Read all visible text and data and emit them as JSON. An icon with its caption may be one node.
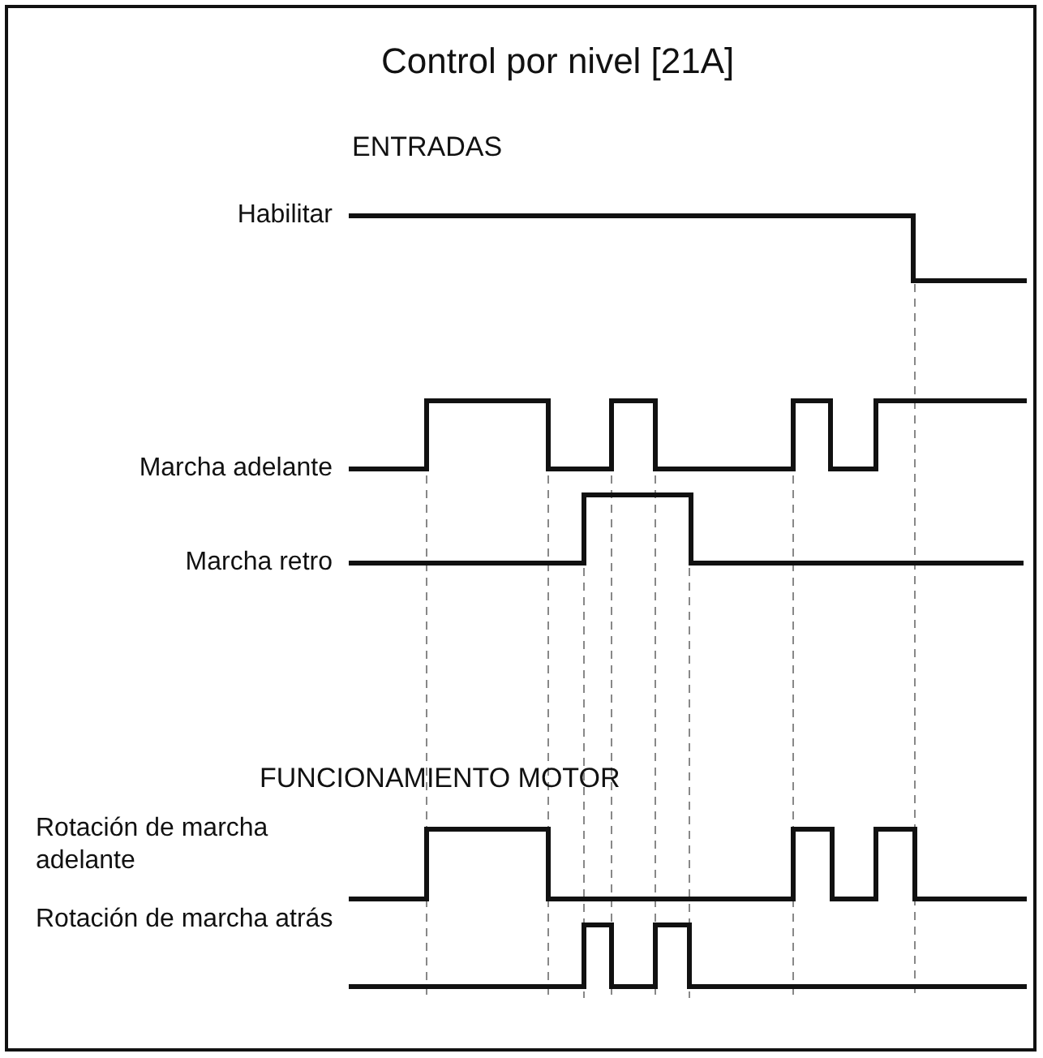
{
  "diagram": {
    "title": "Control por nivel [21A]",
    "labels": [
      "ENTRADAS",
      "Habilitar",
      "Marcha adelante",
      "Marcha retro",
      "FUNCIONAMIENTO MOTOR",
      "Rotación de marcha adelante",
      "Rotación de marcha atrás"
    ]
  }
}
